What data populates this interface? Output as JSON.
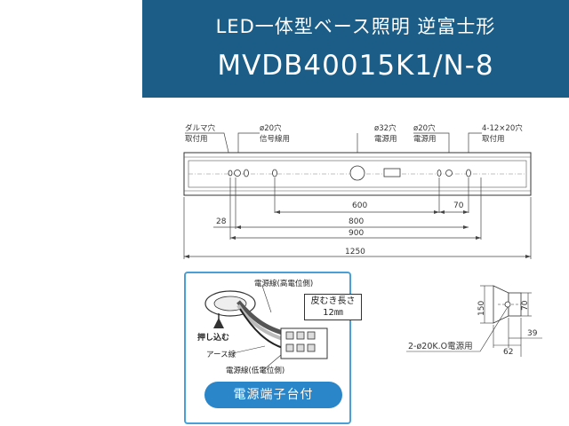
{
  "header": {
    "title": "LED一体型ベース照明 逆富士形",
    "model": "MVDB40015K1/N-8"
  },
  "drawing": {
    "callouts": [
      {
        "id": "slot",
        "line1": "ダルマ穴",
        "line2": "取付用"
      },
      {
        "id": "signal",
        "line1": "ø20穴",
        "line2": "信号線用"
      },
      {
        "id": "power32",
        "line1": "ø32穴",
        "line2": "電源用"
      },
      {
        "id": "power20",
        "line1": "ø20穴",
        "line2": "電源用"
      },
      {
        "id": "mount",
        "line1": "4-12×20穴",
        "line2": "取付用"
      }
    ],
    "dimensions": {
      "d28": "28",
      "d600": "600",
      "d70": "70",
      "d800": "800",
      "d900": "900",
      "d1250": "1250"
    }
  },
  "wiring": {
    "high_side": "電源線(高電位側)",
    "push_in": "押し込む",
    "earth": "アース線",
    "low_side": "電源線(低電位側)",
    "peel_line1": "皮むき長さ",
    "peel_line2": "12㎜",
    "terminal_badge": "電源端子台付"
  },
  "side_view": {
    "d150": "150",
    "d70": "70",
    "d39": "39",
    "d62": "62",
    "knockout": "2-ø20K.O電源用"
  },
  "colors": {
    "banner": "#1b5d86",
    "accent": "#2a86c8",
    "frame": "#4aa0d6"
  }
}
